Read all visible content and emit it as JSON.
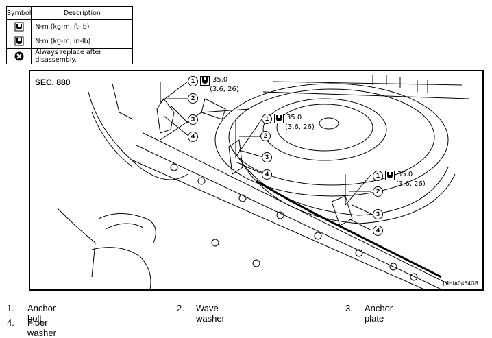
{
  "symbol_table": {
    "header": {
      "symbol": "Symbol",
      "description": "Description"
    },
    "rows": [
      {
        "icon": "torque-wrench-ftlb-icon",
        "description": "N·m (kg-m, ft-lb)"
      },
      {
        "icon": "torque-wrench-inlb-icon",
        "description": "N·m (kg-m, in-lb)"
      },
      {
        "icon": "always-replace-icon",
        "description": "Always replace after disassembly."
      }
    ]
  },
  "figure": {
    "section": "SEC. 880",
    "code": "JMHIA0464GB",
    "callouts": [
      {
        "num": "1",
        "torque": "35.0",
        "alt": "(3.6, 26)"
      },
      {
        "num": "2"
      },
      {
        "num": "3"
      },
      {
        "num": "4"
      },
      {
        "num": "1",
        "torque": "35.0",
        "alt": "(3.6, 26)"
      },
      {
        "num": "2"
      },
      {
        "num": "3"
      },
      {
        "num": "4"
      },
      {
        "num": "1",
        "torque": "35.0",
        "alt": "(3.6, 26)"
      },
      {
        "num": "2"
      },
      {
        "num": "3"
      },
      {
        "num": "4"
      }
    ]
  },
  "legend": [
    {
      "num": "1.",
      "text": "Anchor bolt"
    },
    {
      "num": "2.",
      "text": "Wave washer"
    },
    {
      "num": "3.",
      "text": "Anchor plate"
    },
    {
      "num": "4.",
      "text": "Fiber washer"
    }
  ]
}
